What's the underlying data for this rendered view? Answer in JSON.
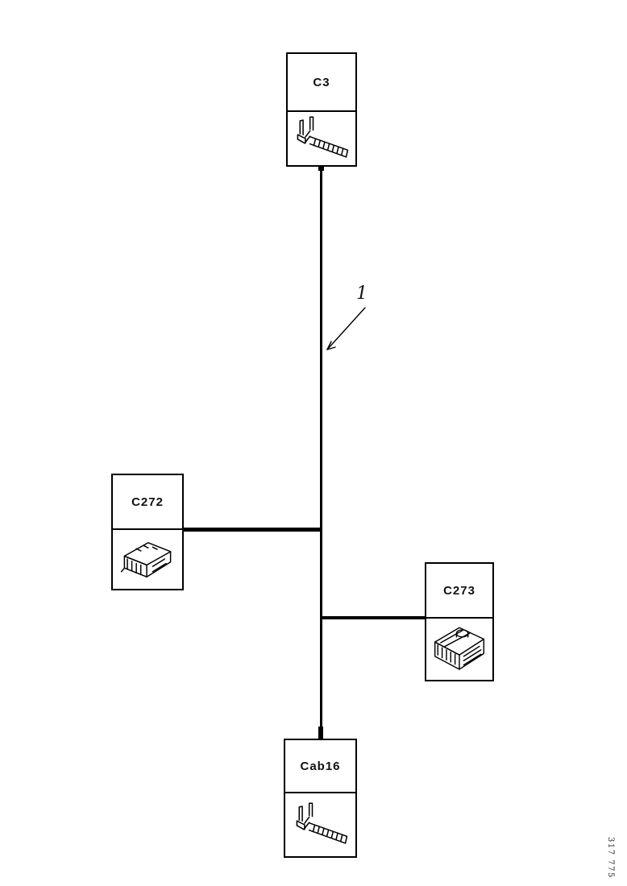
{
  "diagram": {
    "type": "wiring-harness-connection-diagram",
    "connectors": [
      {
        "label": "C3",
        "icon": "crimp-terminal-sketch"
      },
      {
        "label": "C272",
        "icon": "connector-block-sketch"
      },
      {
        "label": "C273",
        "icon": "connector-housing-sketch"
      },
      {
        "label": "Cab16",
        "icon": "crimp-terminal-sketch"
      }
    ],
    "callout": {
      "label": "1"
    },
    "figure_number": "317 775",
    "colors": {
      "line": "#000000",
      "background": "#ffffff"
    }
  }
}
